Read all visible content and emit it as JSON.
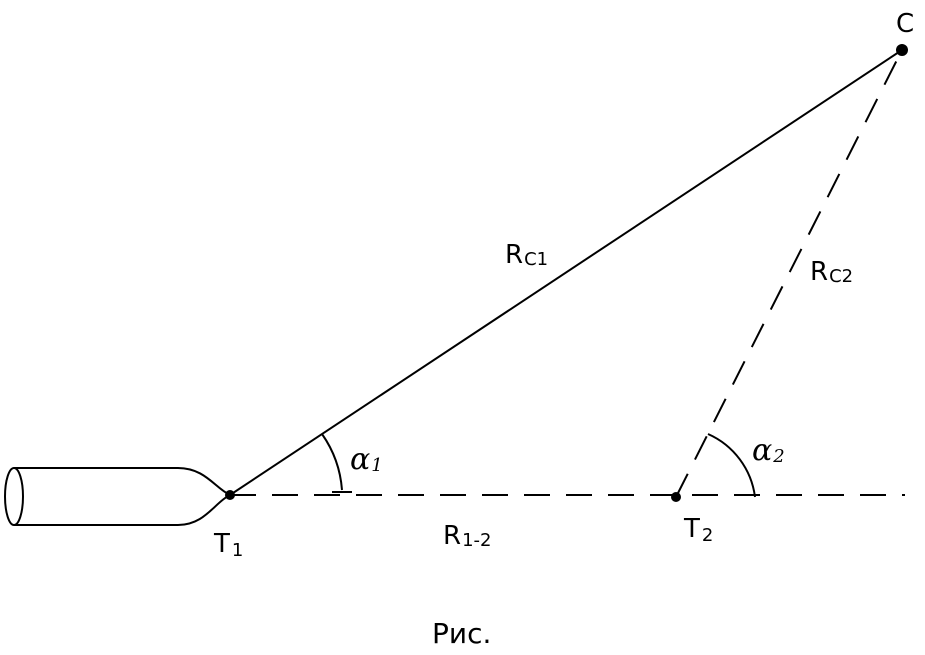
{
  "diagram": {
    "points": {
      "c": {
        "label": "C"
      },
      "t1": {
        "label": "T",
        "sub": "1"
      },
      "t2": {
        "label": "T",
        "sub": "2"
      }
    },
    "segments": {
      "rc1": {
        "label": "R",
        "sub": "C1"
      },
      "rc2": {
        "label": "R",
        "sub": "C2"
      },
      "r12": {
        "label": "R",
        "sub": "1-2"
      }
    },
    "angles": {
      "a1": {
        "label": "α",
        "sub": "1"
      },
      "a2": {
        "label": "α",
        "sub": "2"
      }
    },
    "caption": "Рис.",
    "colors": {
      "ink": "#000000",
      "background": "#ffffff"
    }
  }
}
